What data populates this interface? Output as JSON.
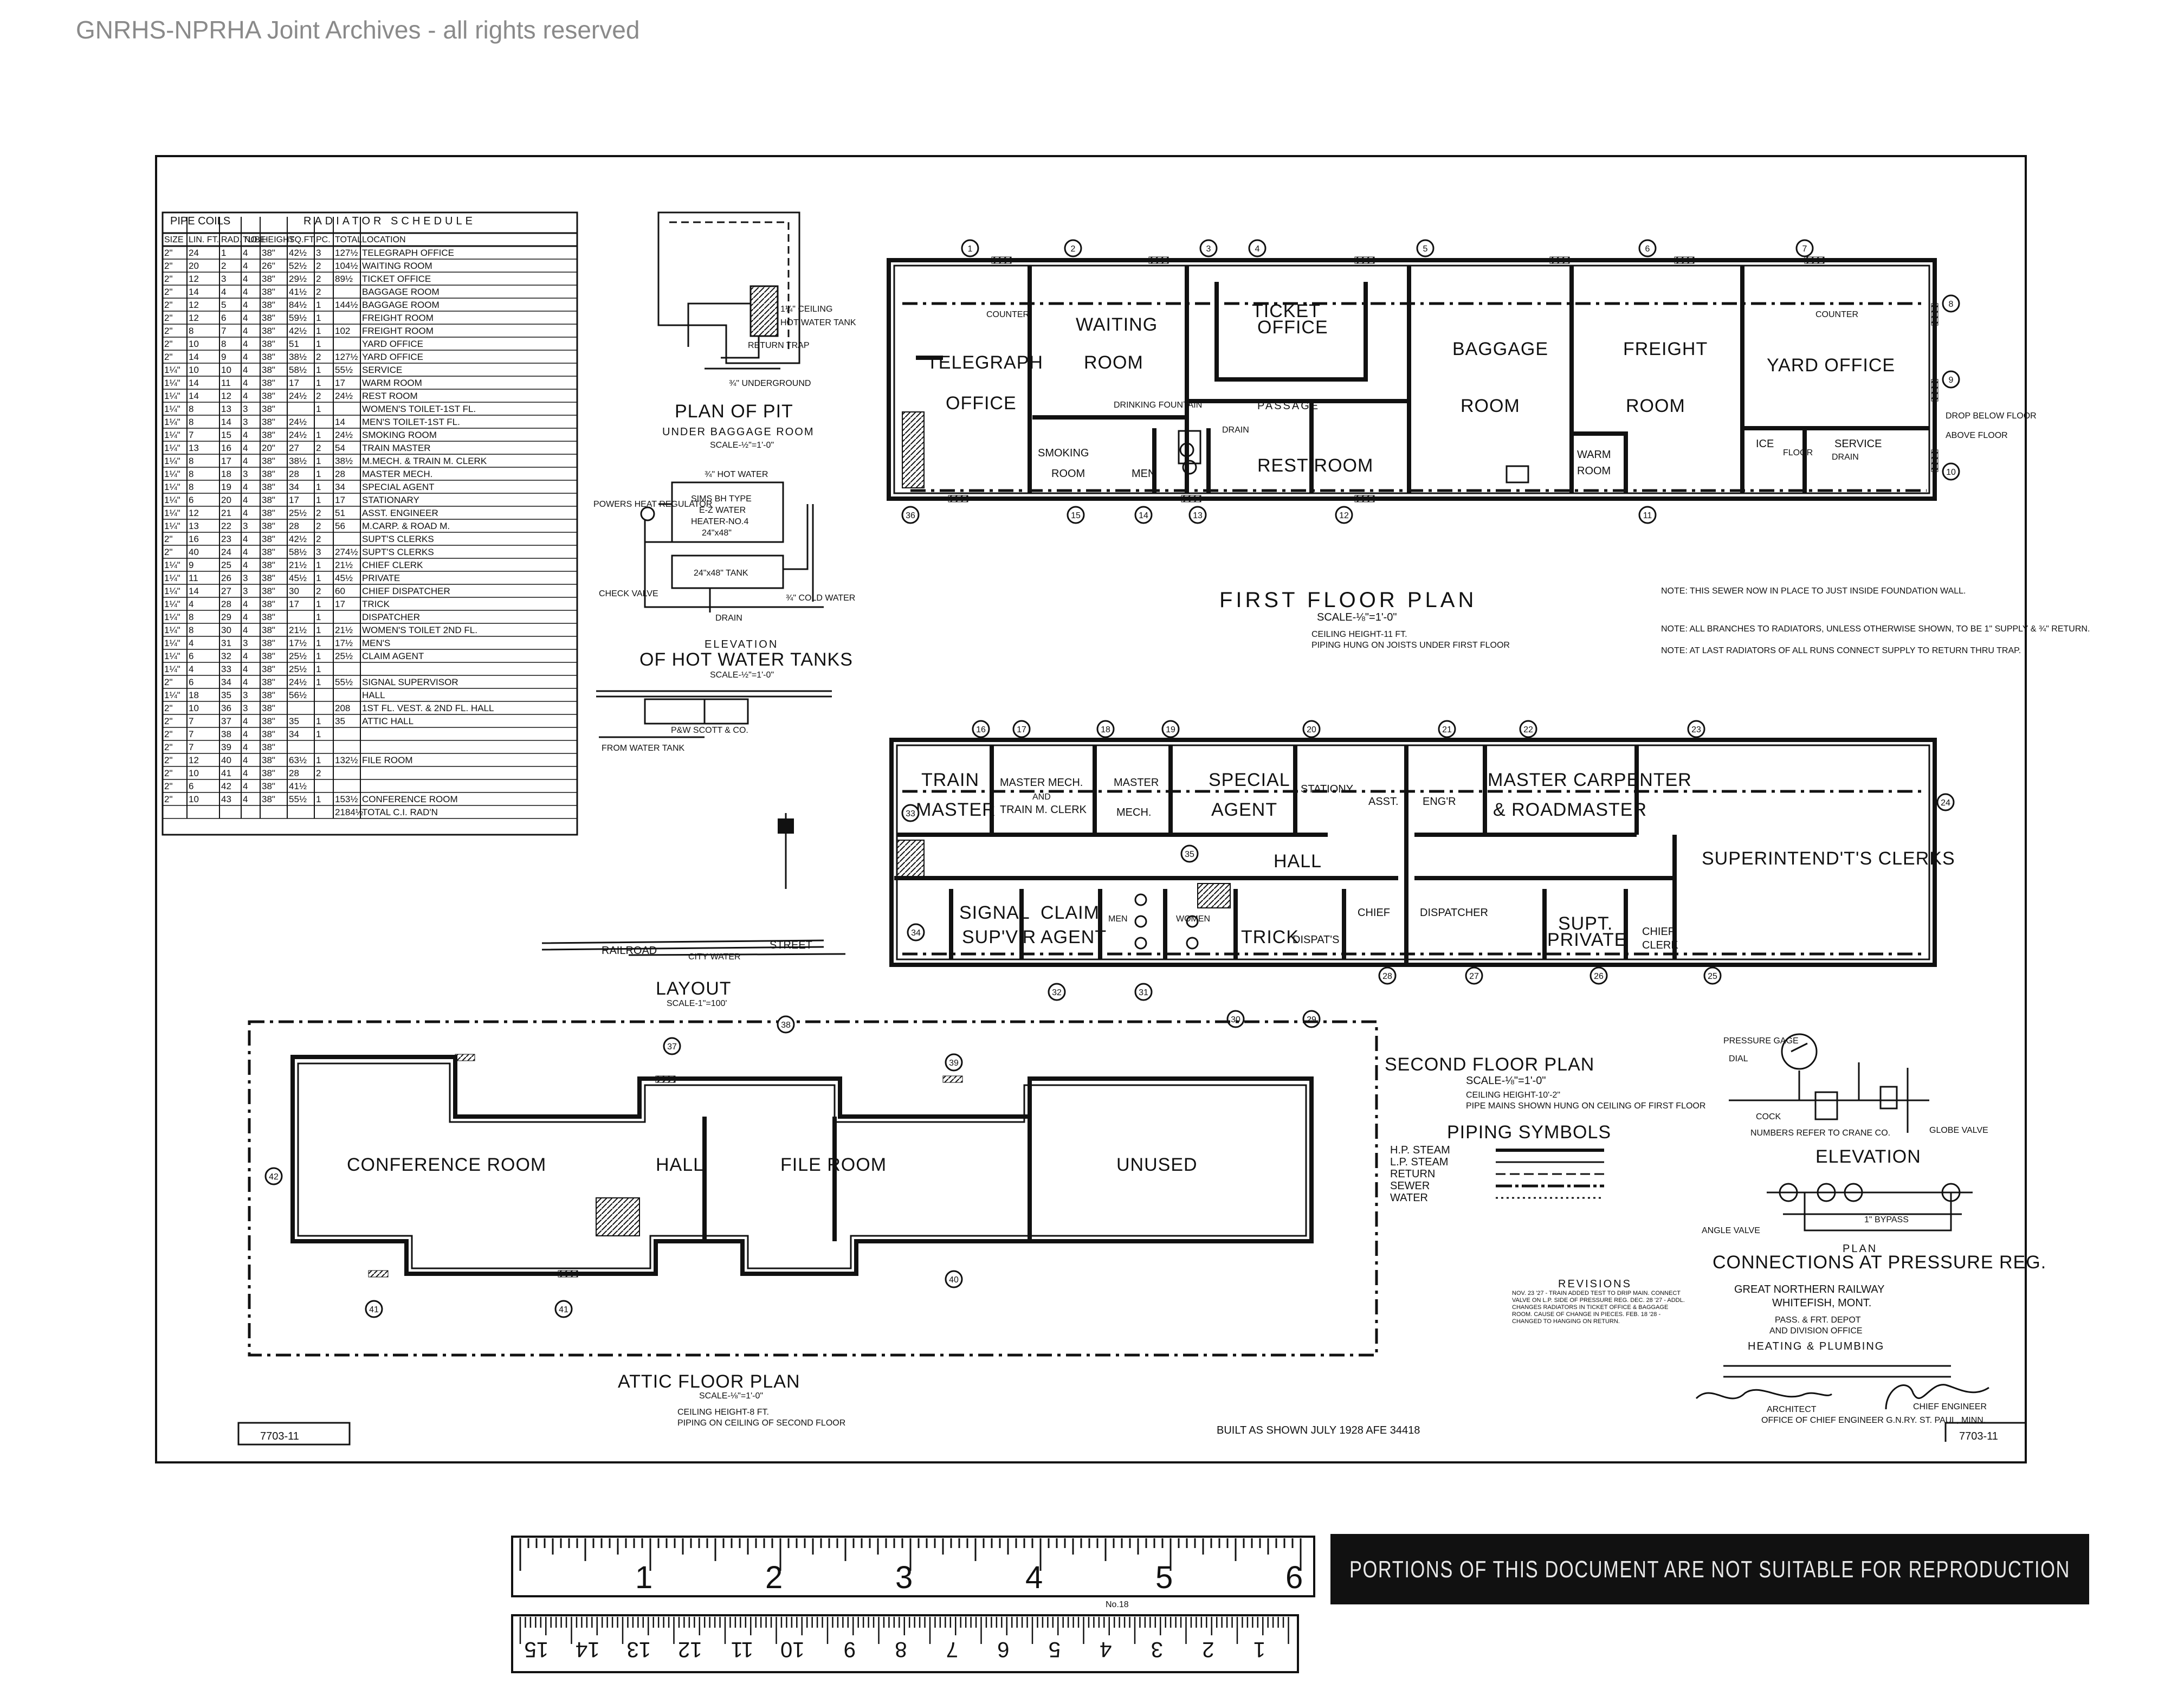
{
  "watermark": "GNRHS-NPRHA Joint Archives - all rights reserved",
  "drawing_number": "7703-11",
  "built_note": "BUILT AS SHOWN JULY 1928 AFE 34418",
  "schedule": {
    "title": "RADIATOR SCHEDULE",
    "group_header": "PIPE COILS",
    "columns": [
      "SIZE",
      "LIN. FT.",
      "RAD. NO.",
      "TUBE",
      "HEIGHT",
      "SQ.FT.",
      "PC.",
      "TOTAL",
      "LOCATION"
    ],
    "rows": [
      [
        "2\"",
        "24",
        "1",
        "4",
        "38\"",
        "42½",
        "3",
        "127½",
        "TELEGRAPH OFFICE"
      ],
      [
        "2\"",
        "20",
        "2",
        "4",
        "26\"",
        "52½",
        "2",
        "104½",
        "WAITING ROOM"
      ],
      [
        "2\"",
        "12",
        "3",
        "4",
        "38\"",
        "29½",
        "2",
        "89½",
        "TICKET OFFICE"
      ],
      [
        "2\"",
        "14",
        "4",
        "4",
        "38\"",
        "41½",
        "2",
        "",
        "BAGGAGE ROOM"
      ],
      [
        "2\"",
        "12",
        "5",
        "4",
        "38\"",
        "84½",
        "1",
        "144½",
        "BAGGAGE ROOM"
      ],
      [
        "2\"",
        "12",
        "6",
        "4",
        "38\"",
        "59½",
        "1",
        "",
        "FREIGHT ROOM"
      ],
      [
        "2\"",
        "8",
        "7",
        "4",
        "38\"",
        "42½",
        "1",
        "102",
        "FREIGHT ROOM"
      ],
      [
        "2\"",
        "10",
        "8",
        "4",
        "38\"",
        "51",
        "1",
        "",
        "YARD OFFICE"
      ],
      [
        "2\"",
        "14",
        "9",
        "4",
        "38\"",
        "38½",
        "2",
        "127½",
        "YARD OFFICE"
      ],
      [
        "1¼\"",
        "10",
        "10",
        "4",
        "38\"",
        "58½",
        "1",
        "55½",
        "SERVICE"
      ],
      [
        "1¼\"",
        "14",
        "11",
        "4",
        "38\"",
        "17",
        "1",
        "17",
        "WARM ROOM"
      ],
      [
        "1¼\"",
        "14",
        "12",
        "4",
        "38\"",
        "24½",
        "2",
        "24½",
        "REST ROOM"
      ],
      [
        "1¼\"",
        "8",
        "13",
        "3",
        "38\"",
        "",
        "1",
        "",
        "WOMEN'S TOILET-1ST FL."
      ],
      [
        "1¼\"",
        "8",
        "14",
        "3",
        "38\"",
        "24½",
        "",
        "14",
        "MEN'S TOILET-1ST FL."
      ],
      [
        "1¼\"",
        "7",
        "15",
        "4",
        "38\"",
        "24½",
        "1",
        "24½",
        "SMOKING ROOM"
      ],
      [
        "1¼\"",
        "13",
        "16",
        "4",
        "20\"",
        "27",
        "2",
        "54",
        "TRAIN MASTER"
      ],
      [
        "1¼\"",
        "8",
        "17",
        "4",
        "38\"",
        "38½",
        "1",
        "38½",
        "M.MECH. & TRAIN M. CLERK"
      ],
      [
        "1¼\"",
        "8",
        "18",
        "3",
        "38\"",
        "28",
        "1",
        "28",
        "MASTER MECH."
      ],
      [
        "1¼\"",
        "8",
        "19",
        "4",
        "38\"",
        "34",
        "1",
        "34",
        "SPECIAL AGENT"
      ],
      [
        "1¼\"",
        "6",
        "20",
        "4",
        "38\"",
        "17",
        "1",
        "17",
        "STATIONARY"
      ],
      [
        "1¼\"",
        "12",
        "21",
        "4",
        "38\"",
        "25½",
        "2",
        "51",
        "ASST. ENGINEER"
      ],
      [
        "1¼\"",
        "13",
        "22",
        "3",
        "38\"",
        "28",
        "2",
        "56",
        "M.CARP. & ROAD M."
      ],
      [
        "2\"",
        "16",
        "23",
        "4",
        "38\"",
        "42½",
        "2",
        "",
        "SUPT'S CLERKS"
      ],
      [
        "2\"",
        "40",
        "24",
        "4",
        "38\"",
        "58½",
        "3",
        "274½",
        "SUPT'S CLERKS"
      ],
      [
        "1¼\"",
        "9",
        "25",
        "4",
        "38\"",
        "21½",
        "1",
        "21½",
        "CHIEF CLERK"
      ],
      [
        "1¼\"",
        "11",
        "26",
        "3",
        "38\"",
        "45½",
        "1",
        "45½",
        "PRIVATE"
      ],
      [
        "1¼\"",
        "14",
        "27",
        "3",
        "38\"",
        "30",
        "2",
        "60",
        "CHIEF DISPATCHER"
      ],
      [
        "1¼\"",
        "4",
        "28",
        "4",
        "38\"",
        "17",
        "1",
        "17",
        "TRICK"
      ],
      [
        "1¼\"",
        "8",
        "29",
        "4",
        "38\"",
        "",
        "1",
        "",
        "DISPATCHER"
      ],
      [
        "1¼\"",
        "8",
        "30",
        "4",
        "38\"",
        "21½",
        "1",
        "21½",
        "WOMEN'S TOILET 2ND FL."
      ],
      [
        "1¼\"",
        "4",
        "31",
        "3",
        "38\"",
        "17½",
        "1",
        "17½",
        "MEN'S"
      ],
      [
        "1¼\"",
        "6",
        "32",
        "4",
        "38\"",
        "25½",
        "1",
        "25½",
        "CLAIM AGENT"
      ],
      [
        "1¼\"",
        "4",
        "33",
        "4",
        "38\"",
        "25½",
        "1",
        "",
        ""
      ],
      [
        "2\"",
        "6",
        "34",
        "4",
        "38\"",
        "24½",
        "1",
        "55½",
        "SIGNAL SUPERVISOR"
      ],
      [
        "1¼\"",
        "18",
        "35",
        "3",
        "38\"",
        "56½",
        "",
        "",
        "HALL"
      ],
      [
        "2\"",
        "10",
        "36",
        "3",
        "38\"",
        "",
        "",
        "208",
        "1ST FL. VEST. & 2ND FL. HALL"
      ],
      [
        "2\"",
        "7",
        "37",
        "4",
        "38\"",
        "35",
        "1",
        "35",
        "ATTIC HALL"
      ],
      [
        "2\"",
        "7",
        "38",
        "4",
        "38\"",
        "34",
        "1",
        "",
        ""
      ],
      [
        "2\"",
        "7",
        "39",
        "4",
        "38\"",
        "",
        "",
        "",
        ""
      ],
      [
        "2\"",
        "12",
        "40",
        "4",
        "38\"",
        "63½",
        "1",
        "132½",
        "FILE ROOM"
      ],
      [
        "2\"",
        "10",
        "41",
        "4",
        "38\"",
        "28",
        "2",
        "",
        ""
      ],
      [
        "2\"",
        "6",
        "42",
        "4",
        "38\"",
        "41½",
        "",
        "",
        ""
      ],
      [
        "2\"",
        "10",
        "43",
        "4",
        "38\"",
        "55½",
        "1",
        "153½",
        "CONFERENCE ROOM"
      ],
      [
        "",
        "",
        "",
        "",
        "",
        "",
        "",
        "2184½",
        "TOTAL C.I. RAD'N"
      ]
    ]
  },
  "pit": {
    "title": "PLAN OF PIT",
    "subtitle": "UNDER BAGGAGE ROOM",
    "scale": "SCALE-½\"=1'-0\"",
    "labels": [
      "1¼\" CEILING",
      "HOT WATER TANK",
      "RETURN TRAP",
      "¾\" UNDERGROUND"
    ]
  },
  "hot_water": {
    "title": "ELEVATION",
    "subtitle": "OF HOT WATER TANKS",
    "scale": "SCALE-½\"=1'-0\"",
    "heater_text": [
      "SIMS BH TYPE",
      "E-Z WATER",
      "HEATER-NO.4",
      "24\"x48\""
    ],
    "tank_text": "24\"x48\" TANK",
    "labels": [
      "¾\" HOT WATER",
      "POWERS HEAT REGULATOR",
      "CHECK VALVE",
      "¾\" COLD WATER",
      "DRAIN",
      "FROM WATER TANK"
    ]
  },
  "small_elevation": {
    "label": "P&W SCOTT & CO."
  },
  "layout": {
    "title": "LAYOUT",
    "scale": "SCALE-1\"=100'",
    "labels": [
      "RAILROAD",
      "CITY WATER",
      "STREET"
    ]
  },
  "first_floor": {
    "title": "FIRST FLOOR PLAN",
    "scale": "SCALE-⅛\"=1'-0\"",
    "notes": [
      "CEILING HEIGHT-11 FT.",
      "PIPING HUNG ON JOISTS UNDER FIRST FLOOR"
    ],
    "rooms": [
      "TELEGRAPH",
      "OFFICE",
      "WAITING",
      "ROOM",
      "TICKET",
      "OFFICE",
      "PASSAGE",
      "SMOKING",
      "ROOM",
      "MEN",
      "REST ROOM",
      "BAGGAGE",
      "ROOM",
      "FREIGHT",
      "ROOM",
      "WARM",
      "ROOM",
      "YARD OFFICE",
      "ICE",
      "SERVICE",
      "COUNTER",
      "COUNTER",
      "DRINKING FOUNTAIN",
      "DRAIN",
      "FLOOR",
      "DRAIN",
      "DROP BELOW FLOOR",
      "ABOVE FLOOR"
    ],
    "rad_numbers": [
      "1",
      "2",
      "3",
      "4",
      "5",
      "6",
      "7",
      "8",
      "9",
      "10",
      "11",
      "12",
      "13",
      "14",
      "15",
      "36"
    ]
  },
  "first_floor_notes": [
    "NOTE: THIS SEWER NOW IN PLACE TO JUST INSIDE FOUNDATION WALL.",
    "NOTE: ALL BRANCHES TO RADIATORS, UNLESS OTHERWISE SHOWN, TO BE 1\" SUPPLY & ¾\" RETURN.",
    "NOTE: AT LAST RADIATORS OF ALL RUNS CONNECT SUPPLY TO RETURN THRU TRAP."
  ],
  "second_floor": {
    "title": "SECOND FLOOR PLAN",
    "scale": "SCALE-⅛\"=1'-0\"",
    "notes": [
      "CEILING HEIGHT-10'-2\"",
      "PIPE MAINS SHOWN HUNG ON CEILING OF FIRST FLOOR"
    ],
    "rooms": [
      "TRAIN",
      "MASTER",
      "MASTER MECH.",
      "AND",
      "TRAIN M. CLERK",
      "MASTER",
      "MECH.",
      "SPECIAL",
      "AGENT",
      "STATIONY",
      "ASST.",
      "ENG'R",
      "MASTER CARPENTER",
      "& ROADMASTER",
      "HALL",
      "SUPERINTEND'T'S CLERKS",
      "SIGNAL",
      "SUP'V'R",
      "CLAIM",
      "AGENT",
      "MEN",
      "WOMEN",
      "TRICK",
      "DISPAT'S",
      "CHIEF",
      "DISPATCHER",
      "SUPT.",
      "PRIVATE",
      "CHIEF",
      "CLERK"
    ],
    "rad_numbers": [
      "16",
      "17",
      "18",
      "19",
      "20",
      "21",
      "22",
      "23",
      "24",
      "25",
      "26",
      "27",
      "28",
      "29",
      "30",
      "31",
      "32",
      "33",
      "34",
      "35"
    ]
  },
  "attic": {
    "title": "ATTIC FLOOR PLAN",
    "scale": "SCALE-⅛\"=1'-0\"",
    "notes": [
      "CEILING HEIGHT-8 FT.",
      "PIPING ON CEILING OF SECOND FLOOR"
    ],
    "rooms": [
      "CONFERENCE ROOM",
      "HALL",
      "FILE ROOM",
      "UNUSED"
    ],
    "rad_numbers": [
      "37",
      "38",
      "39",
      "40",
      "41",
      "41",
      "42"
    ]
  },
  "piping": {
    "title": "PIPING SYMBOLS",
    "items": [
      "H.P. STEAM",
      "L.P. STEAM",
      "RETURN",
      "SEWER",
      "WATER"
    ]
  },
  "regulator": {
    "elevation_title": "ELEVATION",
    "plan_title": "PLAN",
    "connections_title": "CONNECTIONS AT PRESSURE REG.",
    "labels": [
      "PRESSURE GAGE",
      "DIAL",
      "COCK",
      "GLOBE VALVE",
      "ANGLE VALVE",
      "1\" BYPASS",
      "NUMBERS REFER TO CRANE CO."
    ]
  },
  "title_block": {
    "company": "GREAT NORTHERN RAILWAY",
    "location": "WHITEFISH, MONT.",
    "line1": "PASS. & FRT. DEPOT",
    "line2": "AND DIVISION OFFICE",
    "subject": "HEATING & PLUMBING",
    "role_architect": "ARCHITECT",
    "role_engineer": "CHIEF ENGINEER",
    "office": "OFFICE OF CHIEF ENGINEER G.N.RY. ST. PAUL, MINN."
  },
  "revisions": {
    "title": "REVISIONS",
    "text": "NOV. 23 '27 - TRAIN ADDED TEST TO DRIP MAIN. CONNECT VALVE ON L.P. SIDE OF PRESSURE REG. DEC. 28 '27 - ADDL. CHANGES RADIATORS IN TICKET OFFICE & BAGGAGE ROOM. CAUSE OF CHANGE IN PIECES. FEB. 18 '28 - CHANGED TO HANGING ON RETURN."
  },
  "scale_bar": {
    "inches": [
      "1",
      "2",
      "3",
      "4",
      "5",
      "6"
    ],
    "cm": [
      "1",
      "2",
      "3",
      "4",
      "5",
      "6",
      "7",
      "8",
      "9",
      "10",
      "11",
      "12",
      "13",
      "14",
      "15"
    ],
    "tag": "No.18"
  },
  "notice": "PORTIONS OF THIS DOCUMENT ARE NOT SUITABLE FOR REPRODUCTION"
}
